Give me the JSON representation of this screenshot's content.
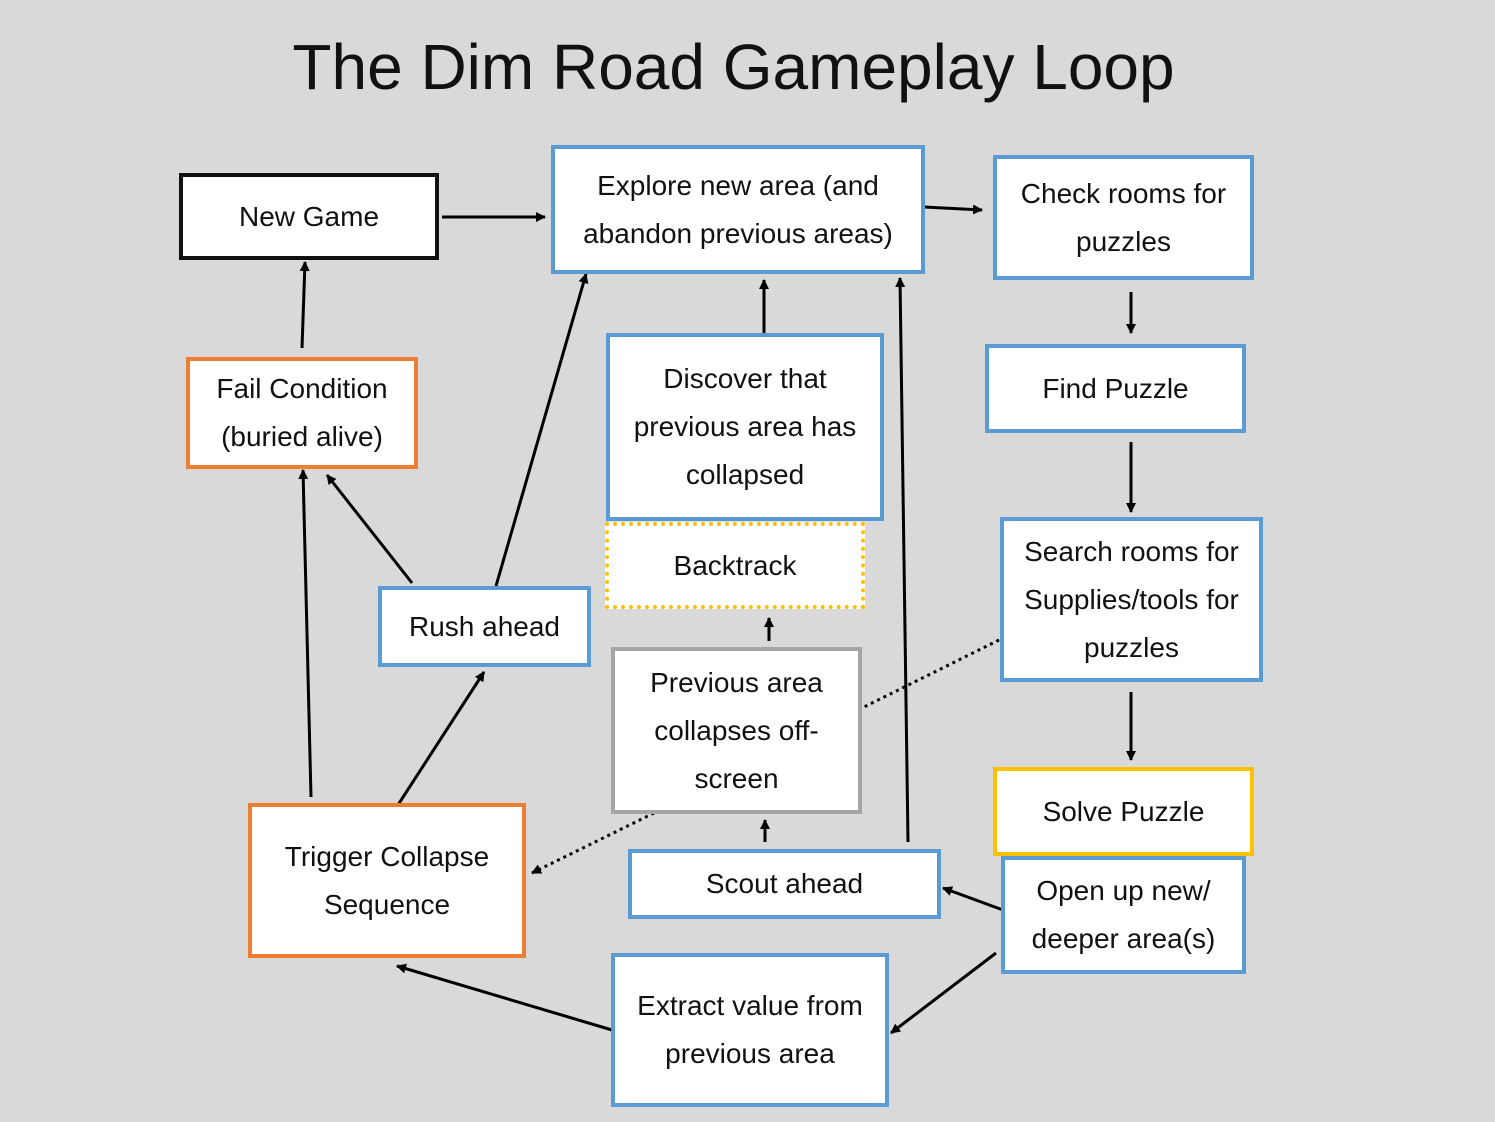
{
  "title": "The Dim Road Gameplay Loop",
  "nodes": {
    "new_game": "New Game",
    "explore": "Explore new area (and abandon previous areas)",
    "check_rooms": "Check rooms for puzzles",
    "find_puzzle": "Find Puzzle",
    "search_rooms": "Search rooms for Supplies/tools for puzzles",
    "solve_puzzle": "Solve Puzzle",
    "open_up": "Open up new/ deeper area(s)",
    "extract_value": "Extract value from previous area",
    "scout_ahead": "Scout ahead",
    "prev_collapses": "Previous area collapses off-screen",
    "backtrack": "Backtrack",
    "discover": "Discover that previous area has collapsed",
    "rush_ahead": "Rush ahead",
    "fail_condition": "Fail Condition (buried alive)",
    "trigger_collapse": "Trigger Collapse Sequence"
  },
  "colors": {
    "background": "#d9d9d9",
    "blue": "#5b9bd5",
    "orange": "#ed7d31",
    "gray": "#a5a5a5",
    "gold": "#ffc000",
    "black": "#111111"
  }
}
